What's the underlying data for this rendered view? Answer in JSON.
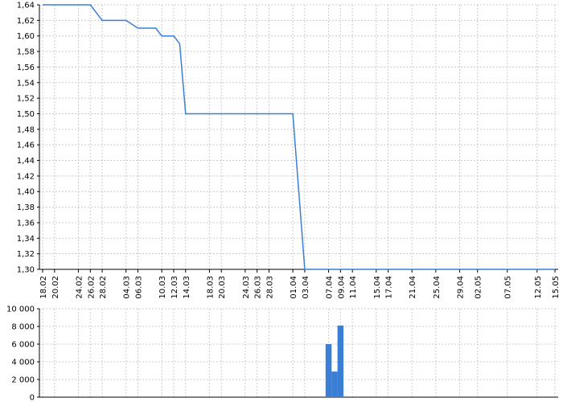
{
  "chart_data": [
    {
      "type": "line",
      "title": "",
      "xlabel": "",
      "ylabel": "",
      "ylim": [
        1.3,
        1.64
      ],
      "y_ticks": [
        "1,30",
        "1,32",
        "1,34",
        "1,36",
        "1,38",
        "1,40",
        "1,42",
        "1,44",
        "1,46",
        "1,48",
        "1,50",
        "1,52",
        "1,54",
        "1,56",
        "1,58",
        "1,60",
        "1,62",
        "1,64"
      ],
      "x_ticks": [
        "18.02",
        "20.02",
        "24.02",
        "26.02",
        "28.02",
        "04.03",
        "06.03",
        "10.03",
        "12.03",
        "14.03",
        "18.03",
        "20.03",
        "24.03",
        "26.03",
        "28.03",
        "01.04",
        "03.04",
        "07.04",
        "09.04",
        "11.04",
        "15.04",
        "17.04",
        "21.04",
        "25.04",
        "29.04",
        "02.05",
        "07.05",
        "12.05",
        "15.05"
      ],
      "grid": true,
      "color": "#3a7fd5",
      "series": [
        {
          "x": [
            "18.02",
            "26.02",
            "28.02",
            "04.03",
            "06.03",
            "09.03",
            "10.03",
            "12.03",
            "13.03",
            "14.03",
            "01.04",
            "03.04",
            "15.05"
          ],
          "values": [
            1.64,
            1.64,
            1.62,
            1.62,
            1.61,
            1.61,
            1.6,
            1.6,
            1.59,
            1.5,
            1.5,
            1.3,
            1.3
          ]
        }
      ]
    },
    {
      "type": "bar",
      "title": "",
      "ylim": [
        0,
        10000
      ],
      "y_ticks": [
        "0",
        "2 000",
        "4 000",
        "6 000",
        "8 000",
        "10 000"
      ],
      "grid": true,
      "color": "#3a7fd5",
      "categories": [
        "07.04",
        "08.04",
        "09.04"
      ],
      "values": [
        6000,
        2900,
        8100
      ]
    }
  ]
}
